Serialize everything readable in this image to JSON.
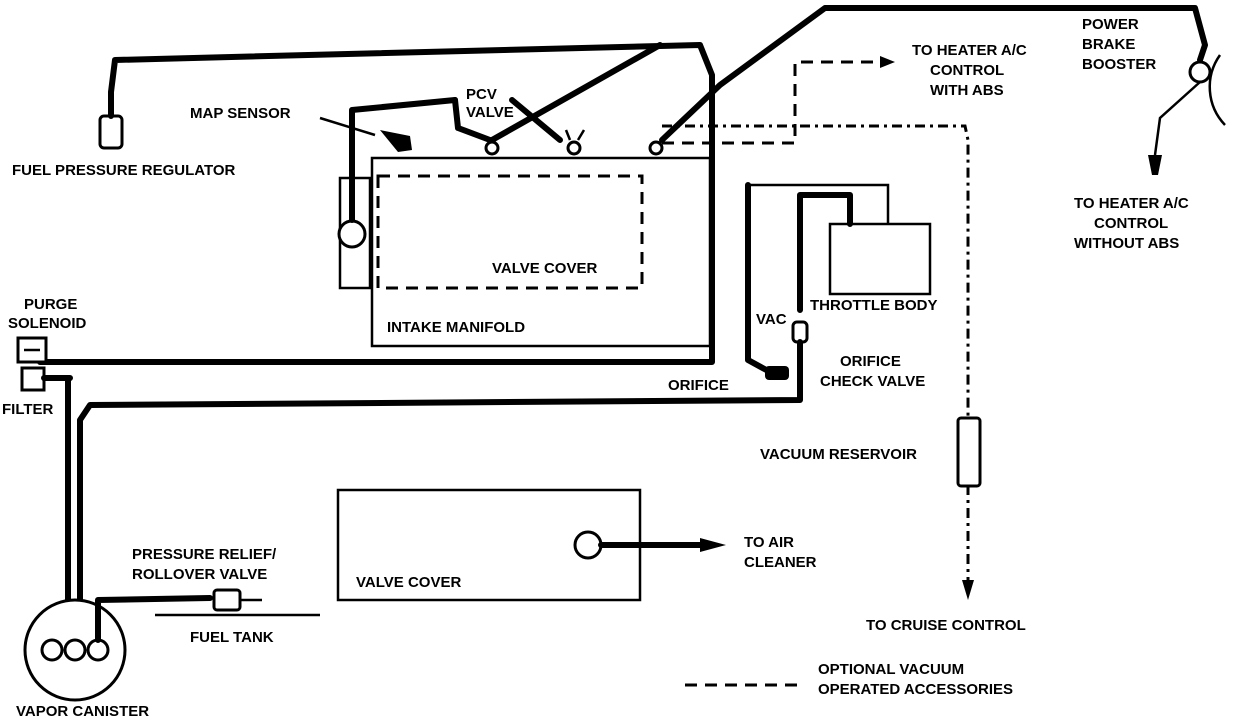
{
  "labels": {
    "fuel_pressure_regulator": "FUEL PRESSURE REGULATOR",
    "map_sensor": "MAP SENSOR",
    "pcv_valve_line1": "PCV",
    "pcv_valve_line2": "VALVE",
    "valve_cover_top": "VALVE COVER",
    "intake_manifold": "INTAKE MANIFOLD",
    "purge_solenoid_line1": "PURGE",
    "purge_solenoid_line2": "SOLENOID",
    "filter": "FILTER",
    "power_brake_booster_line1": "POWER",
    "power_brake_booster_line2": "BRAKE",
    "power_brake_booster_line3": "BOOSTER",
    "heater_with_abs_line1": "TO HEATER A/C",
    "heater_with_abs_line2": "CONTROL",
    "heater_with_abs_line3": "WITH ABS",
    "heater_without_abs_line1": "TO HEATER A/C",
    "heater_without_abs_line2": "CONTROL",
    "heater_without_abs_line3": "WITHOUT ABS",
    "throttle_body": "THROTTLE BODY",
    "vac": "VAC",
    "orifice": "ORIFICE",
    "orifice_check_valve_line1": "ORIFICE",
    "orifice_check_valve_line2": "CHECK VALVE",
    "vacuum_reservoir": "VACUUM RESERVOIR",
    "to_air_cleaner_line1": "TO AIR",
    "to_air_cleaner_line2": "CLEANER",
    "valve_cover_bottom": "VALVE COVER",
    "pressure_relief_line1": "PRESSURE RELIEF/",
    "pressure_relief_line2": "ROLLOVER VALVE",
    "fuel_tank": "FUEL TANK",
    "to_cruise_control": "TO CRUISE CONTROL",
    "vapor_canister": "VAPOR CANISTER",
    "legend_line1": "OPTIONAL VACUUM",
    "legend_line2": "OPERATED ACCESSORIES"
  }
}
